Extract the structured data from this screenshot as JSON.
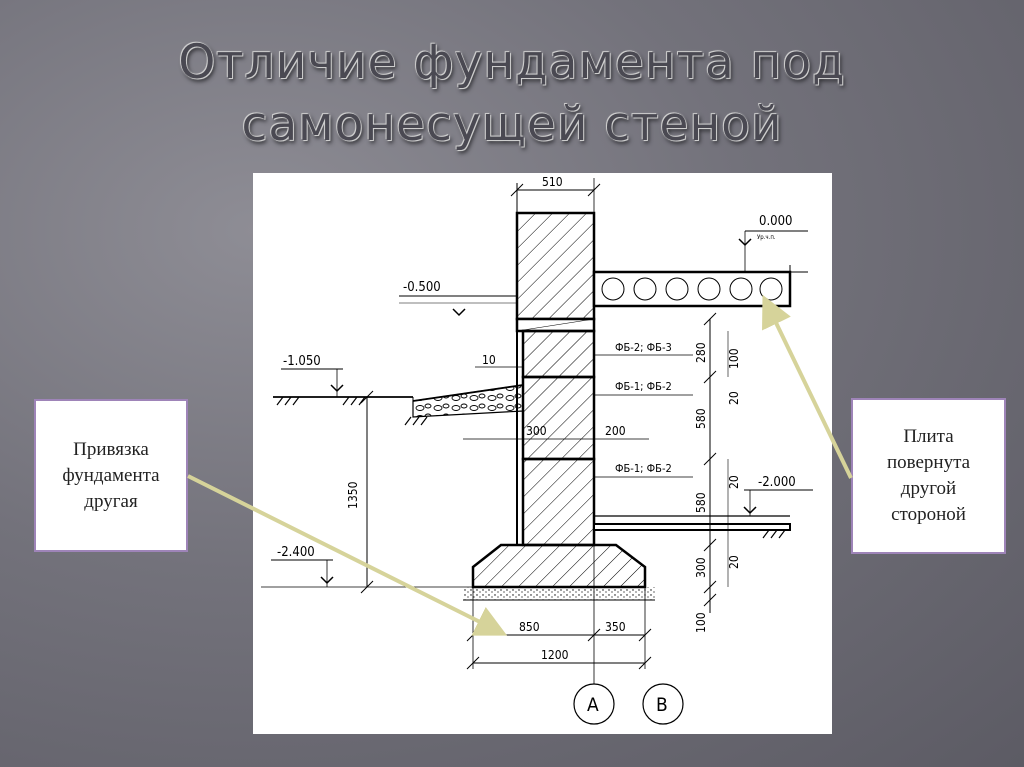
{
  "slide": {
    "title_line1": "Отличие фундамента под",
    "title_line2": "самонесущей стеной"
  },
  "callouts": {
    "left": "Привязка\nфундамента\nдругая",
    "right": "Плита\nповернута\nдругой\nстороной"
  },
  "drawing": {
    "levels": {
      "top": "0.000",
      "top_note": "Ур.ч.п.",
      "minus_0500": "-0.500",
      "minus_1050": "-1.050",
      "minus_2000": "-2.000",
      "minus_2400": "-2.400"
    },
    "dims": {
      "wall_width": "510",
      "gap": "10",
      "w300": "300",
      "w200": "200",
      "base_850": "850",
      "base_350": "350",
      "base_1200": "1200",
      "h1350": "1350",
      "h280": "280",
      "h100a": "100",
      "h580a": "580",
      "h20a": "20",
      "h580b": "580",
      "h20b": "20",
      "h300": "300",
      "h20c": "20",
      "h100b": "100"
    },
    "blocks": {
      "fb_top": "ФБ-2; ФБ-3",
      "fb_mid": "ФБ-1; ФБ-2",
      "fb_low": "ФБ-1; ФБ-2"
    },
    "axes": {
      "a": "А",
      "b": "В"
    }
  },
  "colors": {
    "background": "#74737c",
    "arrow": "#d6d39a",
    "callout_border": "#9e84b8"
  }
}
